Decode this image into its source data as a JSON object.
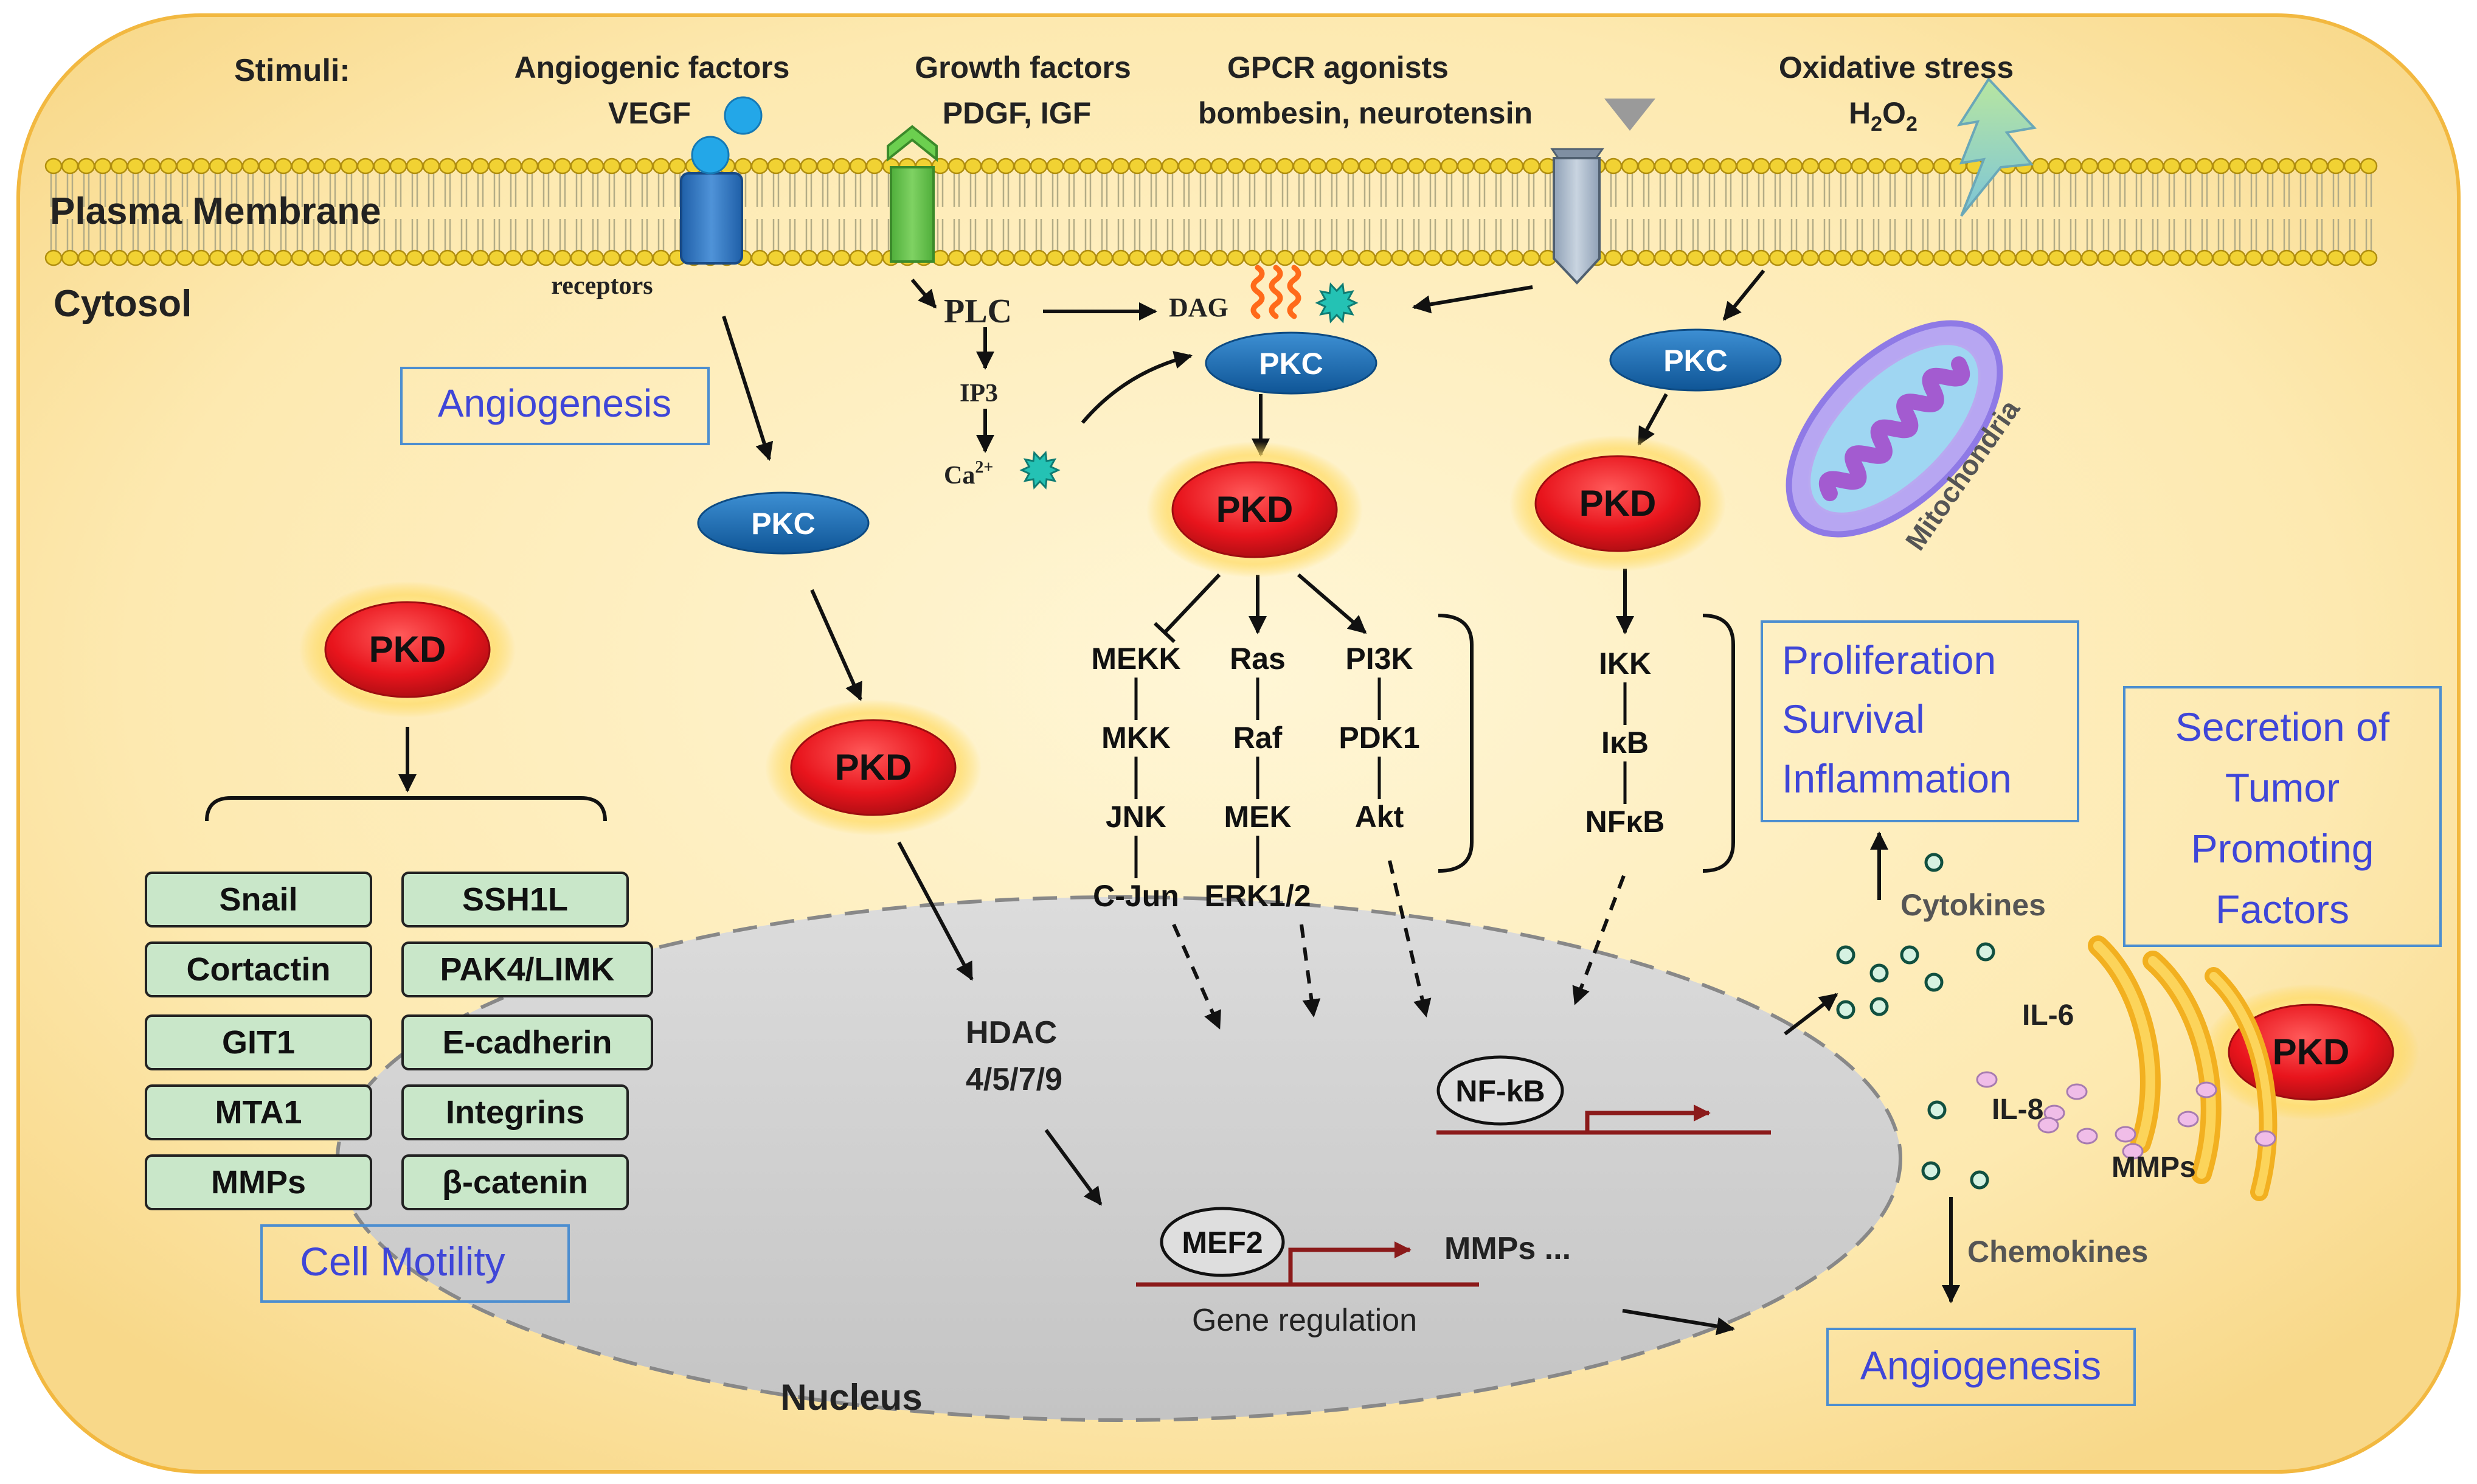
{
  "stimuli": {
    "label": "Stimuli:",
    "angiogenic_title": "Angiogenic factors",
    "angiogenic_detail": "VEGF",
    "growth_title": "Growth factors",
    "growth_detail": "PDGF, IGF",
    "gpcr_title": "GPCR agonists",
    "gpcr_detail": "bombesin, neurotensin",
    "oxidative_title": "Oxidative stress",
    "oxidative_detail_main": "H",
    "oxidative_detail_sub1": "2",
    "oxidative_detail_mid": "O",
    "oxidative_detail_sub2": "2"
  },
  "compartments": {
    "plasma_membrane": "Plasma Membrane",
    "cytosol": "Cytosol",
    "nucleus": "Nucleus",
    "mitochondria": "Mitochondria",
    "receptors": "receptors"
  },
  "signals": {
    "plc": "PLC",
    "dag": "DAG",
    "ip3": "IP3",
    "ca": "Ca",
    "ca_sup": "2+",
    "pkc": "PKC",
    "pkd": "PKD"
  },
  "cascades": {
    "jnk": [
      "MEKK",
      "MKK",
      "JNK",
      "C-Jun"
    ],
    "erk": [
      "Ras",
      "Raf",
      "MEK",
      "ERK1/2"
    ],
    "akt": [
      "PI3K",
      "PDK1",
      "Akt"
    ],
    "nfkb": [
      "IKK",
      "IκB",
      "NFκB"
    ]
  },
  "nuclear": {
    "hdac_line1": "HDAC",
    "hdac_line2": "4/5/7/9",
    "mef2": "MEF2",
    "mmps_out": "MMPs ...",
    "gene_regulation": "Gene regulation",
    "nfkb_tf": "NF-kB"
  },
  "motility_targets": [
    "Snail",
    "SSH1L",
    "Cortactin",
    "PAK4/LIMK",
    "GIT1",
    "E-cadherin",
    "MTA1",
    "Integrins",
    "MMPs",
    "β-catenin"
  ],
  "outcomes": {
    "angiogenesis_top": "Angiogenesis",
    "cell_motility": "Cell Motility",
    "proliferation": [
      "Proliferation",
      "Survival",
      "Inflammation"
    ],
    "secretion": [
      "Secretion of",
      "Tumor",
      "Promoting",
      "Factors"
    ],
    "angiogenesis_bottom": "Angiogenesis"
  },
  "secretion_labels": {
    "cytokines": "Cytokines",
    "chemokines": "Chemokines",
    "il6": "IL-6",
    "il8": "IL-8",
    "mmps": "MMPs"
  },
  "colors": {
    "cell_bg": "#fde7aa",
    "pkd_red": "#e8141c",
    "pkc_blue": "#1a6fb4",
    "box_green": "#c9e7c9",
    "outcome_text": "#3f46d8",
    "promoter_red": "#8b1a1a",
    "nucleus_gray": "#d2d2d2"
  }
}
